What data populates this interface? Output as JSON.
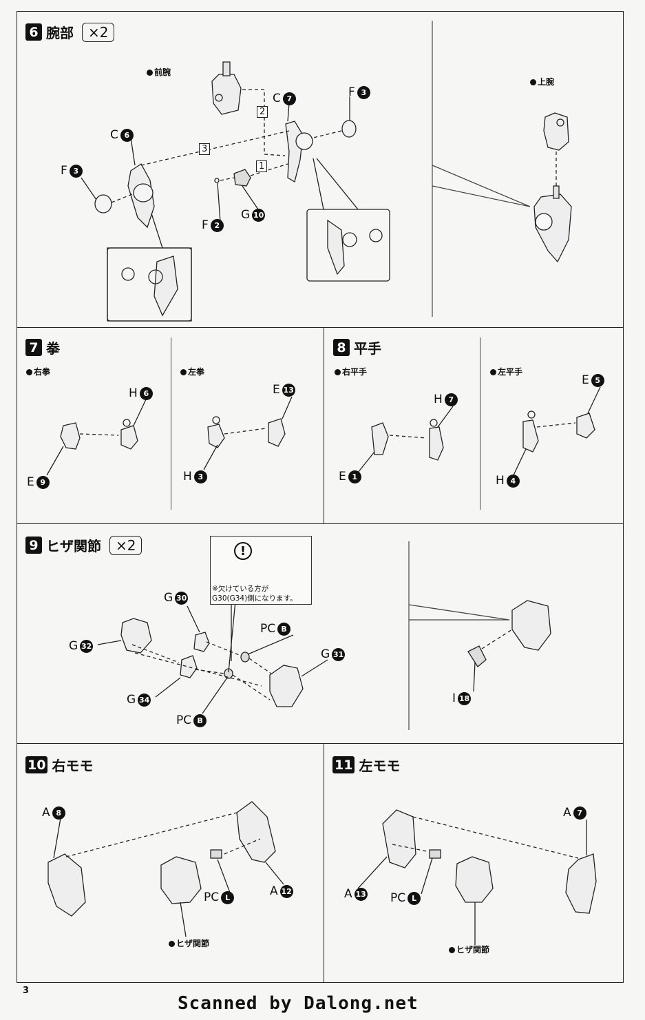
{
  "steps": [
    {
      "num": "6",
      "title": "腕部",
      "mult": "×2"
    },
    {
      "num": "7",
      "title": "拳"
    },
    {
      "num": "8",
      "title": "平手"
    },
    {
      "num": "9",
      "title": "ヒザ関節",
      "mult": "×2"
    },
    {
      "num": "10",
      "title": "右モモ"
    },
    {
      "num": "11",
      "title": "左モモ"
    }
  ],
  "notes": {
    "forearm": "前腕",
    "upper_arm": "上腕",
    "right_fist": "右拳",
    "left_fist": "左拳",
    "right_flat": "右平手",
    "left_flat": "左平手",
    "knee_r": "ヒザ関節",
    "knee_l": "ヒザ関節"
  },
  "seq": {
    "s1": "1",
    "s2": "2",
    "s3": "3"
  },
  "parts": {
    "s6_c7": {
      "letter": "C",
      "num": "7"
    },
    "s6_f3a": {
      "letter": "F",
      "num": "3"
    },
    "s6_c6": {
      "letter": "C",
      "num": "6"
    },
    "s6_f3b": {
      "letter": "F",
      "num": "3"
    },
    "s6_f2": {
      "letter": "F",
      "num": "2"
    },
    "s6_g10": {
      "letter": "G",
      "num": "10"
    },
    "s7_h6": {
      "letter": "H",
      "num": "6"
    },
    "s7_e9": {
      "letter": "E",
      "num": "9"
    },
    "s7_e13": {
      "letter": "E",
      "num": "13"
    },
    "s7_h3": {
      "letter": "H",
      "num": "3"
    },
    "s8_h7": {
      "letter": "H",
      "num": "7"
    },
    "s8_e1": {
      "letter": "E",
      "num": "1"
    },
    "s8_e5": {
      "letter": "E",
      "num": "5"
    },
    "s8_h4": {
      "letter": "H",
      "num": "4"
    },
    "s9_g30": {
      "letter": "G",
      "num": "30"
    },
    "s9_pcb1": {
      "letter": "PC",
      "num": "B"
    },
    "s9_g32": {
      "letter": "G",
      "num": "32"
    },
    "s9_g31": {
      "letter": "G",
      "num": "31"
    },
    "s9_g34": {
      "letter": "G",
      "num": "34"
    },
    "s9_pcb2": {
      "letter": "PC",
      "num": "B"
    },
    "s9_i18": {
      "letter": "I",
      "num": "18"
    },
    "s10_a8": {
      "letter": "A",
      "num": "8"
    },
    "s10_pcl": {
      "letter": "PC",
      "num": "L"
    },
    "s10_a12": {
      "letter": "A",
      "num": "12"
    },
    "s11_a7": {
      "letter": "A",
      "num": "7"
    },
    "s11_a13": {
      "letter": "A",
      "num": "13"
    },
    "s11_pcl": {
      "letter": "PC",
      "num": "L"
    }
  },
  "caution": {
    "symbol": "!",
    "line1": "※欠けている方が",
    "line2": "G30(G34)側になります。"
  },
  "page_number": "3",
  "credit": "Scanned by Dalong.net"
}
